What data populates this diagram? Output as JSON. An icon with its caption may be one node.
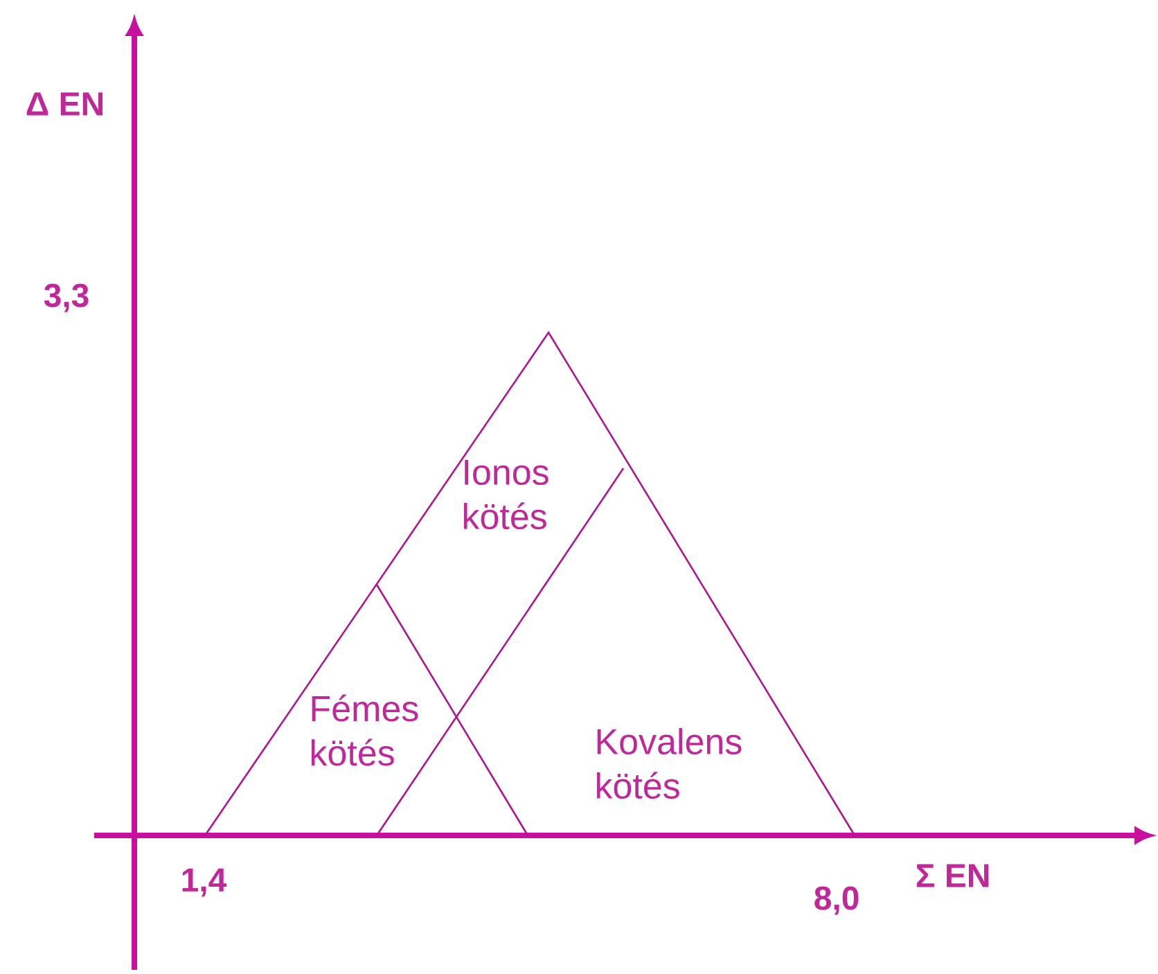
{
  "diagram": {
    "labels": [
      "Δ EN",
      "3,3",
      "Ionos kötés",
      "Fémes kötés",
      "Kovalens kötés",
      "1,4",
      "8,0",
      "Σ EN"
    ]
  }
}
